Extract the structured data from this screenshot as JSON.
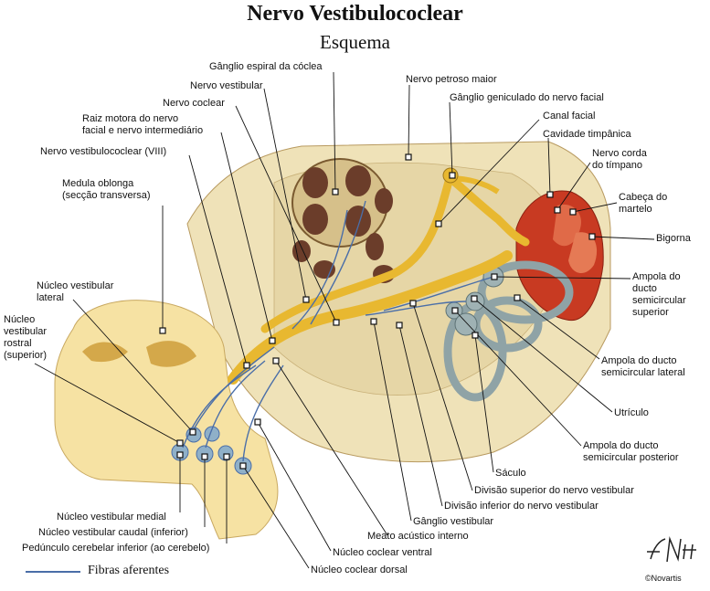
{
  "title": "Nervo Vestibulococlear",
  "subtitle": "Esquema",
  "labels": {
    "ganglio_espiral": "Gânglio espiral da cóclea",
    "nervo_vestibular": "Nervo vestibular",
    "nervo_coclear": "Nervo coclear",
    "raiz_motora": "Raiz motora do nervo\nfacial e nervo intermediário",
    "nervo_vestibulococlear": "Nervo vestibulococlear (VIII)",
    "medula_oblonga": "Medula oblonga\n(secção transversa)",
    "nucleo_vestibular_lateral": "Núcleo vestibular\nlateral",
    "nucleo_vestibular_rostral": "Núcleo\nvestibular\nrostral\n(superior)",
    "nervo_petroso_maior": "Nervo petroso maior",
    "ganglio_geniculado": "Gânglio geniculado do nervo facial",
    "canal_facial": "Canal facial",
    "cavidade_timpanica": "Cavidade timpânica",
    "nervo_corda_timpano": "Nervo corda\ndo tímpano",
    "cabeca_martelo": "Cabeça do\nmartelo",
    "bigorna": "Bigorna",
    "ampola_superior": "Ampola do\nducto\nsemicircular\nsuperior",
    "ampola_lateral": "Ampola do ducto\nsemicircular lateral",
    "utriculo": "Utrículo",
    "ampola_posterior": "Ampola do ducto\nsemicircular posterior",
    "saculo": "Sáculo",
    "divisao_superior": "Divisão superior do nervo vestibular",
    "divisao_inferior": "Divisão inferior do nervo vestibular",
    "ganglio_vestibular": "Gânglio vestibular",
    "meato_acustico": "Meato acústico interno",
    "nucleo_coclear_ventral": "Núcleo coclear ventral",
    "nucleo_coclear_dorsal": "Núcleo coclear dorsal",
    "pedunculo": "Pedúnculo cerebelar inferior (ao cerebelo)",
    "nucleo_vestibular_caudal": "Núcleo vestibular caudal (inferior)",
    "nucleo_vestibular_medial": "Núcleo vestibular medial"
  },
  "legend": {
    "fibras_aferentes": "Fibras aferentes"
  },
  "signature": "F. Netter",
  "copyright": "©Novartis",
  "colors": {
    "nerve": "#e8b830",
    "afferent_fiber": "#4a6ea8",
    "bone": "#efe2b8",
    "brainstem": "#f6e2a3",
    "labyrinth": "#8fa3a6",
    "ossicles": "#c83a22"
  }
}
